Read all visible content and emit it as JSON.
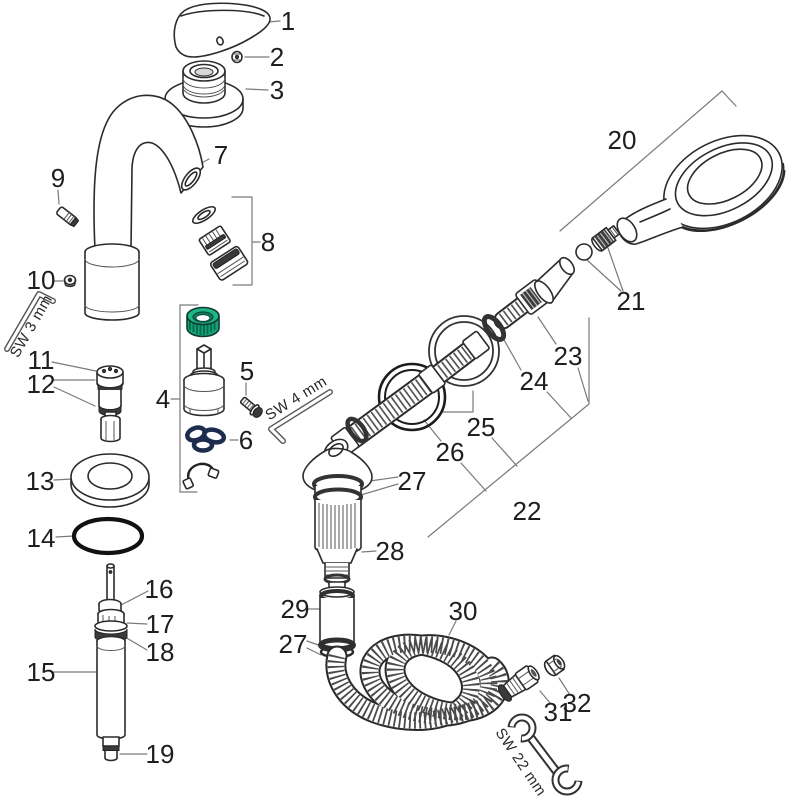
{
  "diagram_title": "faucet-and-hand-shower-exploded-parts-diagram",
  "labels": [
    {
      "number": "1"
    },
    {
      "number": "2"
    },
    {
      "number": "3"
    },
    {
      "number": "7"
    },
    {
      "number": "9"
    },
    {
      "number": "10"
    },
    {
      "number": "8"
    },
    {
      "number": "4"
    },
    {
      "number": "5"
    },
    {
      "number": "6"
    },
    {
      "number": "11"
    },
    {
      "number": "12"
    },
    {
      "number": "13"
    },
    {
      "number": "14"
    },
    {
      "number": "16"
    },
    {
      "number": "17"
    },
    {
      "number": "18"
    },
    {
      "number": "15"
    },
    {
      "number": "19"
    },
    {
      "number": "20"
    },
    {
      "number": "21"
    },
    {
      "number": "23"
    },
    {
      "number": "24"
    },
    {
      "number": "25"
    },
    {
      "number": "26"
    },
    {
      "number": "27"
    },
    {
      "number": "22"
    },
    {
      "number": "28"
    },
    {
      "number": "29"
    },
    {
      "number": "27"
    },
    {
      "number": "30"
    },
    {
      "number": "31"
    },
    {
      "number": "32"
    }
  ],
  "tools": {
    "allen_3mm": "SW 3 mm",
    "allen_4mm": "SW 4 mm",
    "wrench_22mm": "SW 22 mm"
  },
  "colors": {
    "line": "#2b2b2b",
    "leader": "#7a7a7a",
    "highlight_green": "#12a577",
    "highlight_green_dark": "#0b6b4e",
    "seal_navy": "#1d2c4d",
    "dark_part": "#3a3a3a"
  }
}
